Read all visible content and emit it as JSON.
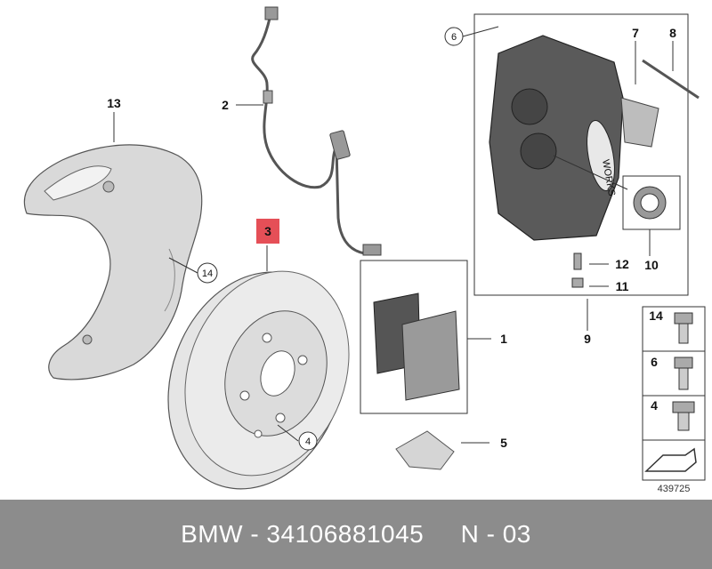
{
  "diagram": {
    "part_labels": {
      "p1": "1",
      "p2": "2",
      "p3": "3",
      "p4": "4",
      "p5": "5",
      "p6": "6",
      "p7": "7",
      "p8": "8",
      "p9": "9",
      "p10": "10",
      "p11": "11",
      "p12": "12",
      "p13": "13",
      "p14": "14"
    },
    "circled_labels": {
      "c4": "4",
      "c6": "6",
      "c14": "14"
    },
    "legend": {
      "l14": "14",
      "l6": "6",
      "l4": "4"
    },
    "caliper_logo_text": "WORKS",
    "image_code": "439725",
    "highlight_color": "#e0303a"
  },
  "footer": {
    "text": "BMW - 34106881045     N - 03"
  }
}
